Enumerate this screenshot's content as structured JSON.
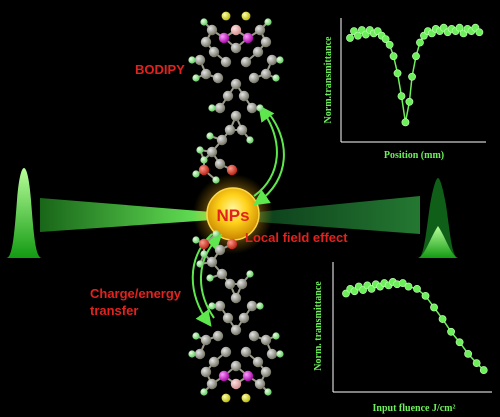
{
  "labels": {
    "bodipy": "BODIPY",
    "nps": "NPs",
    "local_field": "Local field effect",
    "charge_transfer_line1": "Charge/energy",
    "charge_transfer_line2": "transfer"
  },
  "top_plot": {
    "ylabel": "Norm.transmittance",
    "xlabel": "Position (mm)",
    "points": [
      [
        0,
        0.86
      ],
      [
        0.03,
        0.92
      ],
      [
        0.06,
        0.88
      ],
      [
        0.09,
        0.93
      ],
      [
        0.12,
        0.89
      ],
      [
        0.15,
        0.93
      ],
      [
        0.18,
        0.9
      ],
      [
        0.21,
        0.92
      ],
      [
        0.24,
        0.88
      ],
      [
        0.27,
        0.85
      ],
      [
        0.3,
        0.8
      ],
      [
        0.33,
        0.7
      ],
      [
        0.36,
        0.55
      ],
      [
        0.39,
        0.35
      ],
      [
        0.42,
        0.12
      ],
      [
        0.45,
        0.3
      ],
      [
        0.47,
        0.52
      ],
      [
        0.5,
        0.7
      ],
      [
        0.53,
        0.82
      ],
      [
        0.56,
        0.88
      ],
      [
        0.59,
        0.92
      ],
      [
        0.62,
        0.9
      ],
      [
        0.65,
        0.94
      ],
      [
        0.68,
        0.92
      ],
      [
        0.71,
        0.95
      ],
      [
        0.74,
        0.91
      ],
      [
        0.77,
        0.94
      ],
      [
        0.8,
        0.92
      ],
      [
        0.83,
        0.95
      ],
      [
        0.86,
        0.9
      ],
      [
        0.89,
        0.94
      ],
      [
        0.92,
        0.92
      ],
      [
        0.95,
        0.95
      ],
      [
        0.98,
        0.91
      ]
    ]
  },
  "bottom_plot": {
    "ylabel": "Norm. transmittance",
    "xlabel": "Input fluence J/cm²",
    "points": [
      [
        0.0,
        0.78
      ],
      [
        0.03,
        0.82
      ],
      [
        0.06,
        0.8
      ],
      [
        0.09,
        0.84
      ],
      [
        0.12,
        0.81
      ],
      [
        0.15,
        0.85
      ],
      [
        0.18,
        0.82
      ],
      [
        0.21,
        0.86
      ],
      [
        0.24,
        0.84
      ],
      [
        0.27,
        0.87
      ],
      [
        0.3,
        0.85
      ],
      [
        0.33,
        0.88
      ],
      [
        0.36,
        0.86
      ],
      [
        0.4,
        0.87
      ],
      [
        0.44,
        0.84
      ],
      [
        0.5,
        0.82
      ],
      [
        0.56,
        0.76
      ],
      [
        0.62,
        0.66
      ],
      [
        0.68,
        0.56
      ],
      [
        0.74,
        0.45
      ],
      [
        0.8,
        0.36
      ],
      [
        0.86,
        0.26
      ],
      [
        0.92,
        0.18
      ],
      [
        0.97,
        0.12
      ]
    ]
  },
  "colors": {
    "plot_green": "#6cf05a",
    "nps_gold": "#f2b500",
    "label_red": "#e0231f",
    "beam_green": "#1fc21f"
  }
}
